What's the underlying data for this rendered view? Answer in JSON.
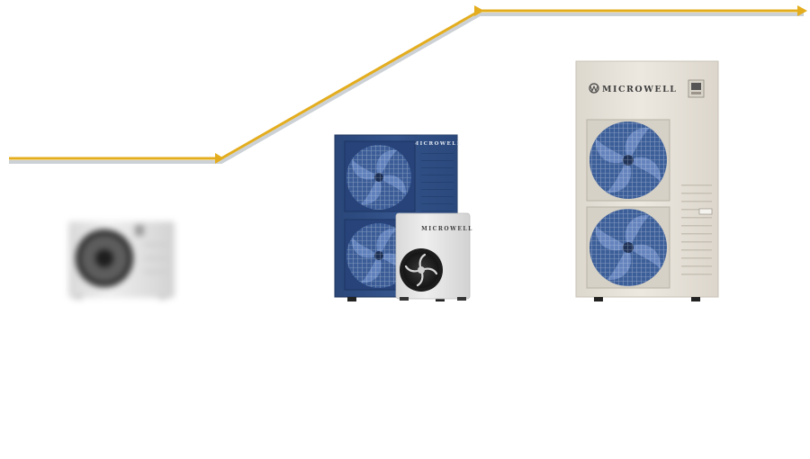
{
  "colors": {
    "background": "#ffffff",
    "timeline_line": "#e3ad1e",
    "timeline_shadow": "#9aa4ad",
    "navy_casing": "#2e4c82",
    "white_casing": "#e4e4e4",
    "beige_casing": "#e8e3da",
    "fan_blade": "#4f6fa8",
    "brand_text": "#3f3f3f"
  },
  "timeline": {
    "icon": "arrow-head-icon",
    "points": 4
  },
  "products": {
    "small_unit": {
      "icon": "fan-icon"
    },
    "navy_unit": {
      "brand": "MICROWELL",
      "icon": "fan-icon"
    },
    "white_unit": {
      "brand": "MICROWELL",
      "icon": "fan-icon"
    },
    "beige_unit": {
      "brand": "MICROWELL",
      "icon": "fan-icon"
    }
  }
}
